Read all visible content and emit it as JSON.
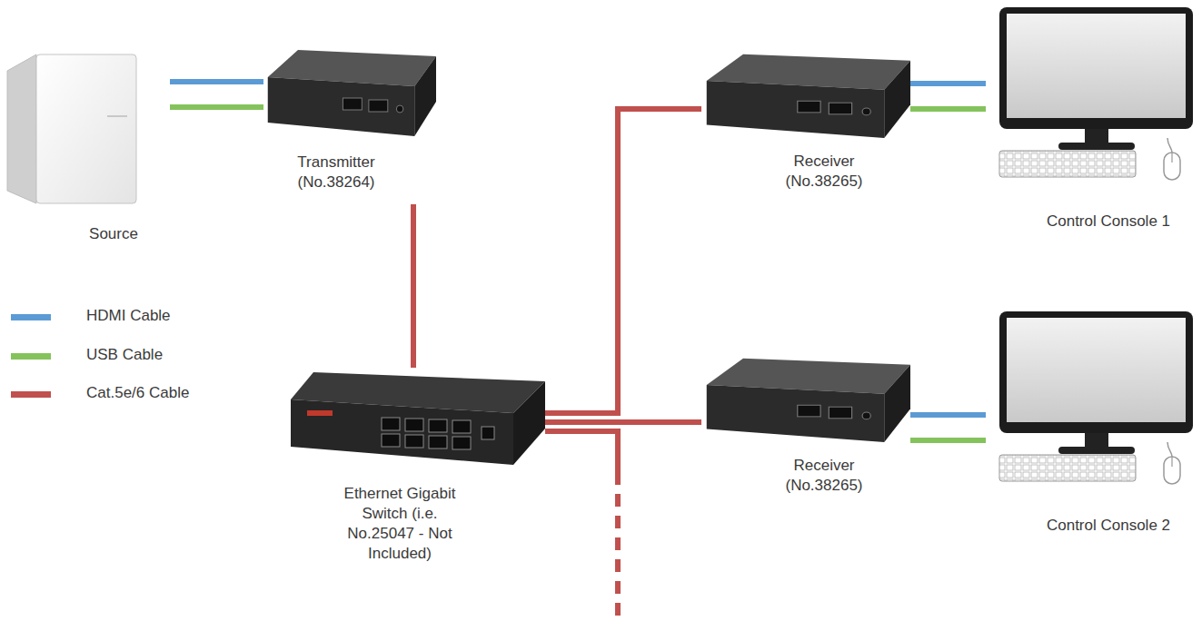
{
  "diagram": {
    "nodes": [
      {
        "text": [
          "Source"
        ]
      },
      {
        "text": [
          "Transmitter (No.38264)"
        ]
      },
      {
        "text": [
          "Ethernet Gigabit Switch (i.e. No.25047 - Not Included)"
        ]
      },
      {
        "text": [
          "Receiver (No.38265)"
        ]
      },
      {
        "text": [
          "Receiver (No.38265)"
        ]
      },
      {
        "text": [
          "Control Console 1"
        ]
      },
      {
        "text": [
          "Control Console 2"
        ]
      }
    ],
    "edges": [
      {
        "from": 0,
        "to": 1,
        "arrow": "none"
      },
      {
        "from": 0,
        "to": 1,
        "arrow": "none"
      },
      {
        "from": 1,
        "to": 2,
        "arrow": "none"
      },
      {
        "from": 2,
        "to": 3,
        "arrow": "none"
      },
      {
        "from": 2,
        "to": 4,
        "arrow": "none"
      },
      {
        "from": 3,
        "to": 5,
        "arrow": "none"
      },
      {
        "from": 3,
        "to": 5,
        "arrow": "none"
      },
      {
        "from": 4,
        "to": 6,
        "arrow": "none"
      },
      {
        "from": 4,
        "to": 6,
        "arrow": "none"
      }
    ],
    "legend": [
      {
        "text": "HDMI Cable",
        "color": "#5b9bd5"
      },
      {
        "text": "USB Cable",
        "color": "#84c35c"
      },
      {
        "text": "Cat.5e/6 Cable",
        "color": "#c0504d"
      }
    ]
  }
}
